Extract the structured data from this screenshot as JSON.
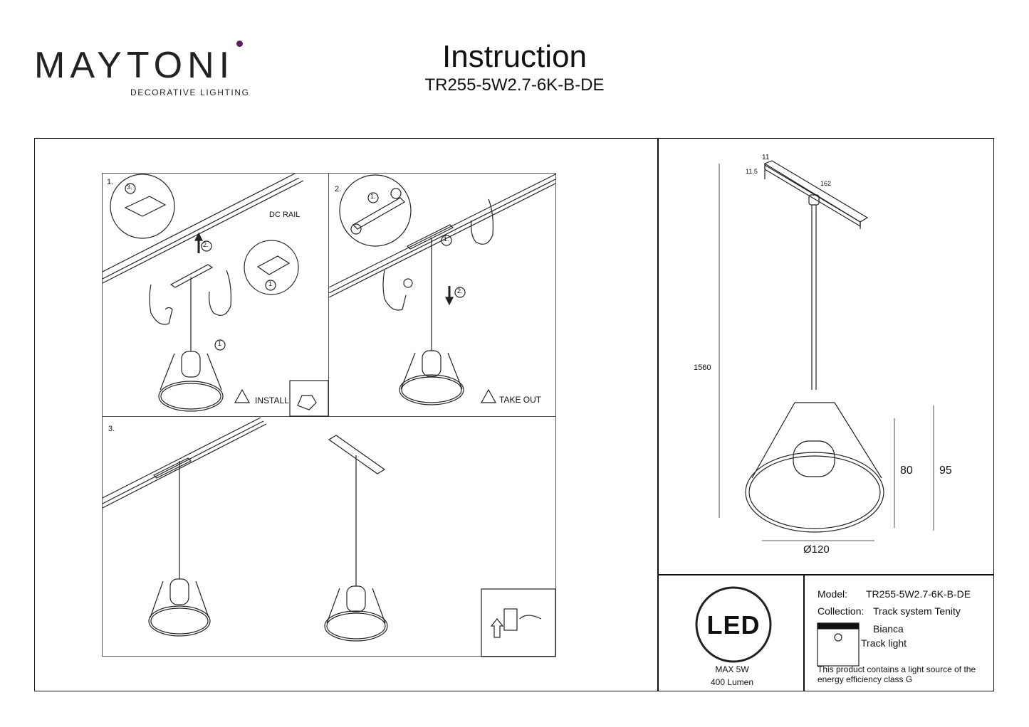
{
  "header": {
    "brand": "MAYTONI",
    "brand_sub": "DECORATIVE LIGHTING",
    "title": "Instruction",
    "model_code": "TR255-5W2.7-6K-B-DE"
  },
  "steps": {
    "s1": {
      "number": "1.",
      "rail_label": "DC RAIL",
      "callout_3": "3.",
      "callout_2": "2.",
      "callout_1a": "1",
      "callout_1b": "1",
      "warning_label": "INSTALL"
    },
    "s2": {
      "number": "2.",
      "callout_1a": "1.",
      "callout_1b": "1.",
      "callout_2": "2.",
      "warning_label": "TAKE OUT"
    },
    "s3": {
      "number": "3."
    }
  },
  "dimensions": {
    "top_width": "11",
    "top_height": "11.5",
    "rail_length": "162",
    "total_height": "1560",
    "shade_height_a": "80",
    "shade_height_b": "95",
    "diameter": "Ø120"
  },
  "specs": {
    "led_badge": "LED",
    "max_power": "MAX 5W",
    "lumen": "400 Lumen",
    "model_label": "Model:",
    "model_value": "TR255-5W2.7-6K-B-DE",
    "collection_label": "Collection:",
    "collection_value": "Track system Tenity",
    "name": "Bianca",
    "type": "Track light",
    "energy_note_1": "This product contains a light source of the",
    "energy_note_2": "energy efficiency class G"
  }
}
